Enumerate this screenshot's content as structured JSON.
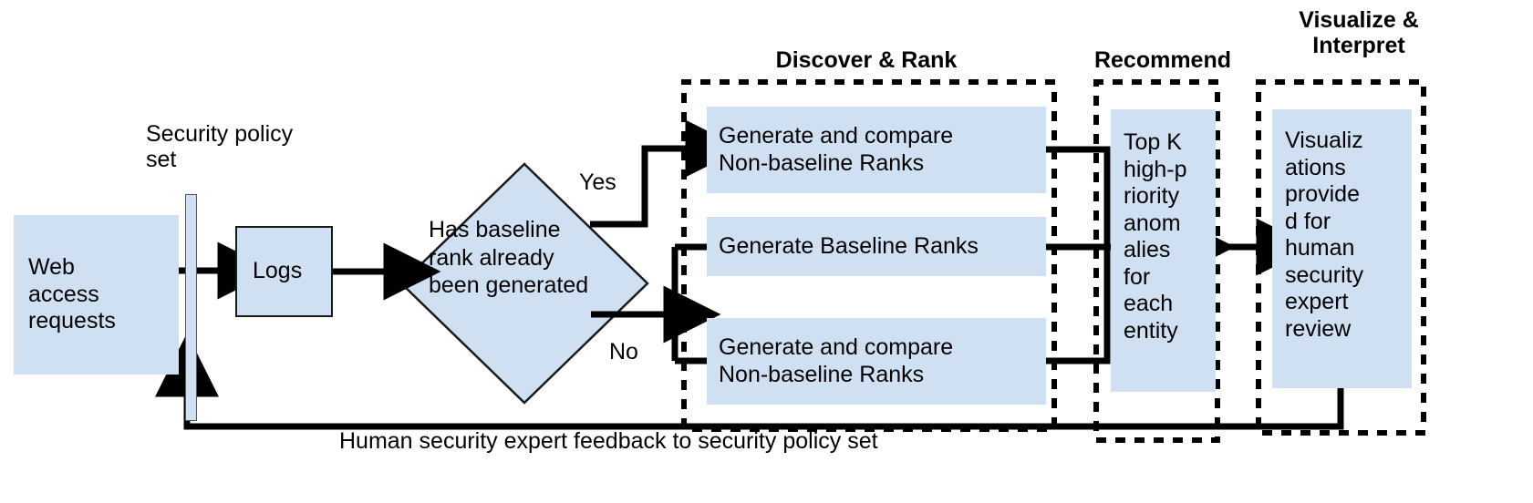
{
  "diagram": {
    "title": "Security anomaly detection pipeline flowchart",
    "accent_box_color": "#cfe0f2",
    "line_color": "#000000",
    "nodes": {
      "web_requests": "Web\naccess\nrequests",
      "security_policy_set": "Security policy\nset",
      "logs": "Logs",
      "decision": "Has baseline\nrank already\nbeen generated",
      "yes_label": "Yes",
      "no_label": "No",
      "nonbaseline_top": "Generate and compare\nNon-baseline Ranks",
      "baseline": "Generate Baseline Ranks",
      "nonbaseline_bottom": "Generate and compare\nNon-baseline Ranks",
      "top_k": "Top K\nhigh-p\nriority\nanom\nalies\nfor\neach\nentity",
      "visualizations": "Visualiz\nations\nprovide\nd for\nhuman\nsecurity\nexpert\nreview",
      "feedback": "Human security expert feedback to security policy set"
    },
    "sections": {
      "discover_rank": "Discover & Rank",
      "recommend": "Recommend",
      "visualize_interpret": "Visualize &\nInterpret"
    }
  }
}
